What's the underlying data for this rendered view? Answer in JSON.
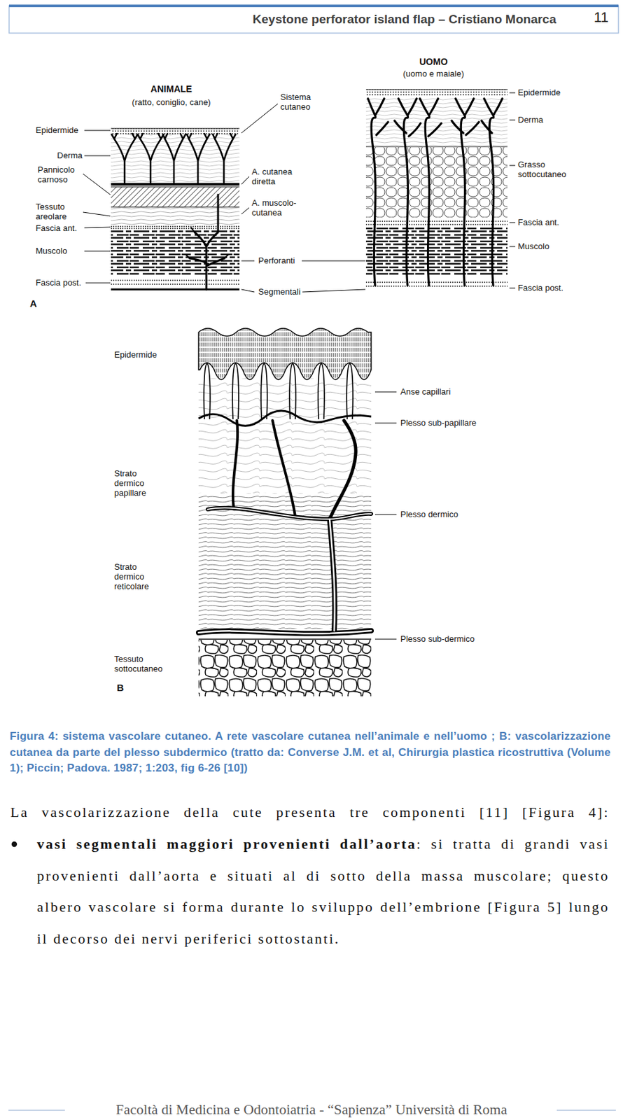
{
  "diagram": {
    "title": "Keystone perforator island flap – Cristiano Monarca",
    "caption": "Figura 4: sistema vascolare cutaneo. A rete vascolare cutanea nell’animale e nell’uomo ; B: vascolarizzazione cutanea da parte del plesso subdermico (tratto da: Converse J.M. et al, Chirurgia plastica ricostruttiva (Volume 1); Piccin; Padova. 1987; 1:203, fig 6-26 [10])",
    "labels": [
      "11",
      "ANIMALE",
      "(ratto, coniglio, cane)",
      "UOMO",
      "(uomo e maiale)",
      "Epidermide",
      "Derma",
      "Pannicolo carnoso",
      "Tessuto areolare",
      "Fascia ant.",
      "Muscolo",
      "Fascia post.",
      "A",
      "Sistema cutaneo",
      "A. cutanea diretta",
      "A. muscolo-cutanea",
      "Perforanti",
      "Segmentali",
      "Epidermide",
      "Derma",
      "Grasso sottocutaneo",
      "Fascia ant.",
      "Muscolo",
      "Fascia post.",
      "Epidermide",
      "Anse capillari",
      "Plesso sub-papillare",
      "Strato dermico papillare",
      "Plesso dermico",
      "Strato dermico reticolare",
      "Plesso sub-dermico",
      "Tessuto sottocutaneo",
      "B",
      "La vascolarizzazione della cute presenta tre componenti [11] [Figura 4]:",
      "vasi segmentali maggiori provenienti dall’aorta",
      ": si tratta di grandi vasi provenienti dall’aorta e situati al di sotto della massa muscolare; questo albero vascolare si forma durante lo sviluppo dell’embrione [Figura 5] lungo il decorso dei nervi periferici sottostanti.",
      "Facoltà di Medicina e Odontoiatria - “Sapienza” Università di Roma"
    ]
  }
}
